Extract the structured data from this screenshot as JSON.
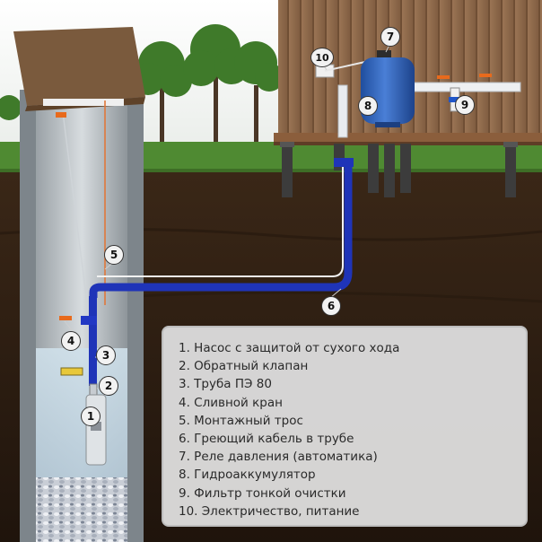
{
  "markers": [
    {
      "id": "m1",
      "label": "1"
    },
    {
      "id": "m2",
      "label": "2"
    },
    {
      "id": "m3",
      "label": "3"
    },
    {
      "id": "m4",
      "label": "4"
    },
    {
      "id": "m5",
      "label": "5"
    },
    {
      "id": "m6",
      "label": "6"
    },
    {
      "id": "m7",
      "label": "7"
    },
    {
      "id": "m8",
      "label": "8"
    },
    {
      "id": "m9",
      "label": "9"
    },
    {
      "id": "m10",
      "label": "10"
    }
  ],
  "legend": {
    "items": [
      "1. Насос с защитой от сухого хода",
      "2. Обратный клапан",
      "3. Труба ПЭ 80",
      "4. Сливной кран",
      "5. Монтажный трос",
      "6. Греющий кабель в трубе",
      "7. Реле давления (автоматика)",
      "8. Гидроаккумулятор",
      "9. Фильтр тонкой очистки",
      "10. Электричество, питание"
    ]
  },
  "colors": {
    "sky": "#f4f6f4",
    "grass": "#4f8a32",
    "soil": "#2c1d12",
    "wood": "#8a6446",
    "pipe": "#1f34b8",
    "accumulator": "#2d5fb5",
    "valve": "#e86a1c"
  }
}
